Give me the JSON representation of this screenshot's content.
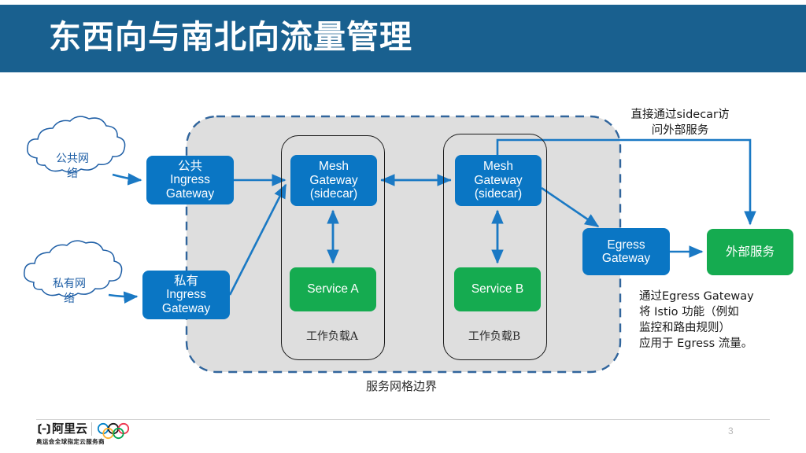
{
  "header": {
    "title": "东西向与南北向流量管理",
    "bar_color": "#19608f"
  },
  "colors": {
    "blue_node": "#0a76c4",
    "green_node": "#15ab50",
    "mesh_fill": "#dedede",
    "mesh_border": "#31659c",
    "arrow": "#1a79c4",
    "cloud_stroke": "#1f5fa6"
  },
  "diagram": {
    "clouds": [
      {
        "name": "public-network-cloud",
        "label": "公共网\n络",
        "label_line1": "公共网",
        "label_line2": "络"
      },
      {
        "name": "private-network-cloud",
        "label": "私有网\n络",
        "label_line1": "私有网",
        "label_line2": "络"
      }
    ],
    "nodes": {
      "public_ingress": {
        "line1": "公共",
        "line2": "Ingress",
        "line3": "Gateway"
      },
      "private_ingress": {
        "line1": "私有",
        "line2": "Ingress",
        "line3": "Gateway"
      },
      "mesh_gateway_a": {
        "line1": "Mesh",
        "line2": "Gateway",
        "line3": "(sidecar)"
      },
      "mesh_gateway_b": {
        "line1": "Mesh",
        "line2": "Gateway",
        "line3": "(sidecar)"
      },
      "service_a": {
        "label": "Service A"
      },
      "service_b": {
        "label": "Service B"
      },
      "egress_gateway": {
        "line1": "Egress",
        "line2": "Gateway"
      },
      "external_service": {
        "label": "外部服务"
      }
    },
    "workloads": [
      {
        "name": "workload-a",
        "label": "工作负载A"
      },
      {
        "name": "workload-b",
        "label": "工作负载B"
      }
    ],
    "mesh_boundary_caption": "服务网格边界",
    "annotations": {
      "top_right": {
        "line1": "直接通过sidecar访",
        "line2": "问外部服务"
      },
      "bottom_right": {
        "line1": "通过Egress Gateway",
        "line2": "将 Istio 功能（例如",
        "line3": "监控和路由规则）",
        "line4": "应用于 Egress 流量。"
      }
    }
  },
  "footer": {
    "logo_text": "阿里云",
    "logo_tagline": "奥运会全球指定云服务商",
    "page_number": "3"
  }
}
